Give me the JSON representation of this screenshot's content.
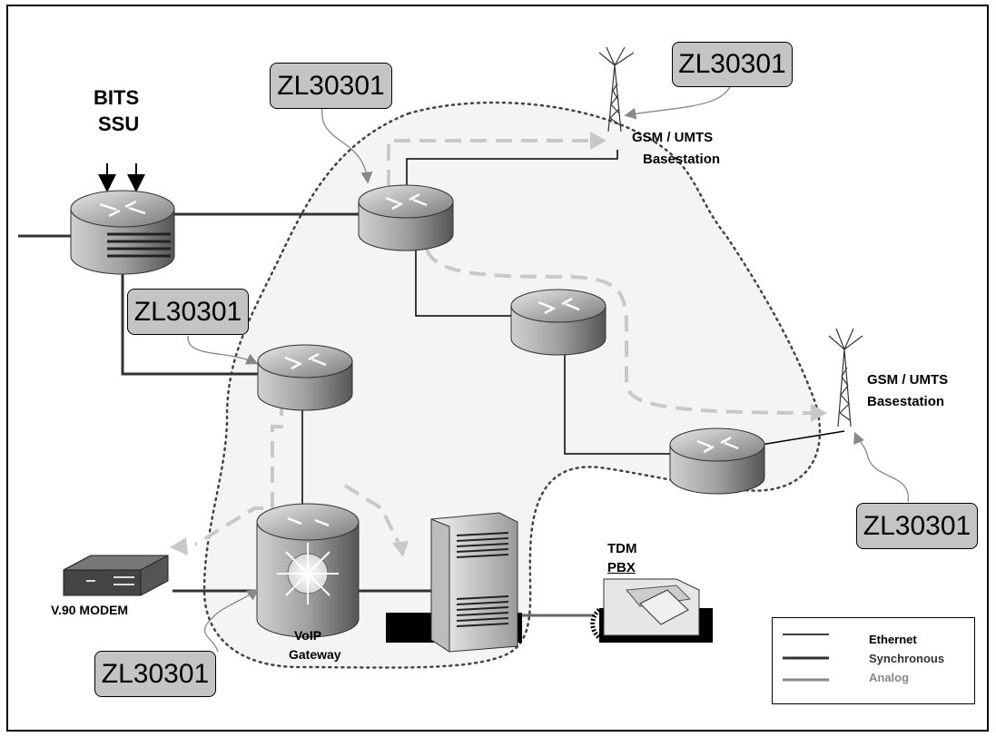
{
  "labels": {
    "bits": "BITS",
    "ssu": "SSU",
    "gsm_top_1": "GSM / UMTS",
    "gsm_top_2": "Basestation",
    "gsm_right_1": "GSM / UMTS",
    "gsm_right_2": "Basestation",
    "modem": "V.90 MODEM",
    "voip_1": "VoIP",
    "voip_2": "Gateway",
    "tdm_1": "TDM",
    "tdm_2": "PBX"
  },
  "callouts": {
    "top_left": "ZL30301",
    "top_right": "ZL30301",
    "mid_left": "ZL30301",
    "right": "ZL30301",
    "bottom_left": "ZL30301"
  },
  "legend": {
    "ethernet": "Ethernet",
    "synchronous": "Synchronous",
    "analog": "Analog"
  },
  "colors": {
    "analog": "#888888",
    "dashed_path": "#c8c8c8",
    "callout_fill": "#c4c4c4"
  }
}
